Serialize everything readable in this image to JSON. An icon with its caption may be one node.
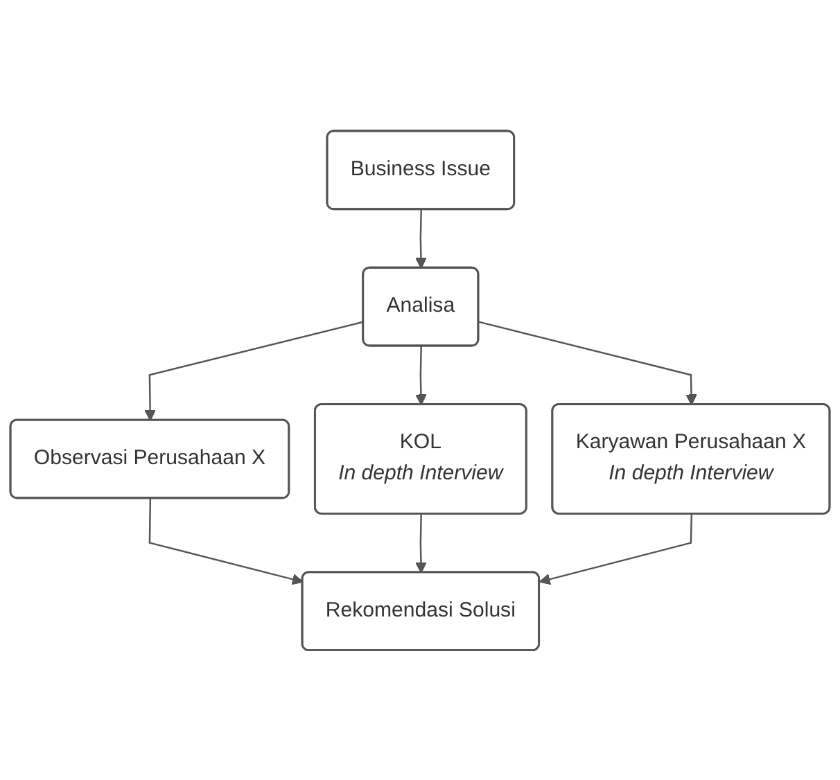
{
  "diagram": {
    "nodes": [
      {
        "text": [
          "Business Issue"
        ]
      },
      {
        "text": [
          "Analisa"
        ]
      },
      {
        "text": [
          "Observasi Perusahaan X"
        ]
      },
      {
        "text": [
          "KOL",
          "In depth Interview"
        ]
      },
      {
        "text": [
          "Karyawan Perusahaan X",
          "In depth Interview"
        ]
      },
      {
        "text": [
          "Rekomendasi Solusi"
        ]
      }
    ],
    "edges": [
      {
        "from": 0,
        "to": 1,
        "arrow": "to"
      },
      {
        "from": 1,
        "to": 2,
        "arrow": "to"
      },
      {
        "from": 1,
        "to": 3,
        "arrow": "to"
      },
      {
        "from": 1,
        "to": 4,
        "arrow": "to"
      },
      {
        "from": 2,
        "to": 5,
        "arrow": "to"
      },
      {
        "from": 3,
        "to": 5,
        "arrow": "to"
      },
      {
        "from": 4,
        "to": 5,
        "arrow": "to"
      }
    ]
  }
}
